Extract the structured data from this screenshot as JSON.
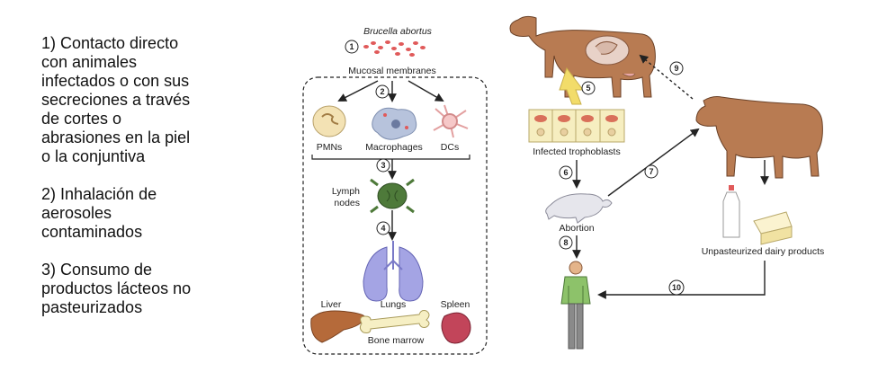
{
  "notes": {
    "item1": "1)  Contacto directo\ncon animales\ninfectados o con sus\nsecreciones a través\nde cortes o\nabrasiones en la piel\no la conjuntiva",
    "item2": "2) Inhalación de\naerosoles\ncontaminados",
    "item3": "3) Consumo de\nproductos lácteos no\npasteurizados"
  },
  "diagram": {
    "organism": "Brucella abortus",
    "mucosal": "Mucosal membranes",
    "pmns": "PMNs",
    "macrophages": "Macrophages",
    "dcs": "DCs",
    "lymph1": "Lymph",
    "lymph2": "nodes",
    "lungs": "Lungs",
    "liver": "Liver",
    "spleen": "Spleen",
    "bone_marrow": "Bone marrow",
    "trophoblasts": "Infected trophoblasts",
    "abortion": "Abortion",
    "dairy": "Unpasteurized dairy products",
    "steps": [
      "1",
      "2",
      "3",
      "4",
      "5",
      "6",
      "7",
      "8",
      "9",
      "10"
    ]
  },
  "colors": {
    "cow": "#b87b52",
    "bacteria": "#e05a5a",
    "lymph": "#4e7a3a",
    "lungs": "#8f8fd6",
    "liver": "#b56a3a",
    "spleen": "#c2455a",
    "arrow_yellow": "#f2dc6a",
    "shirt": "#8dc26a"
  }
}
